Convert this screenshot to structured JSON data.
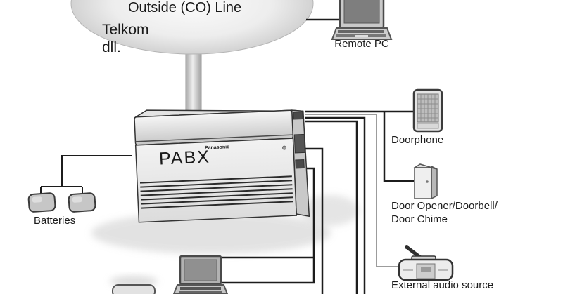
{
  "cloud": {
    "label": "Outside (CO) Line",
    "note_line1": "Telkom",
    "note_line2": "dll."
  },
  "pabx": {
    "label": "PABX",
    "brand": "Panasonic"
  },
  "devices": {
    "remote_pc": {
      "label": "Remote PC",
      "icon": "laptop-icon"
    },
    "doorphone": {
      "label": "Doorphone",
      "icon": "doorphone-grille-icon"
    },
    "door_opener": {
      "label_line1": "Door Opener/Doorbell/",
      "label_line2": "Door Chime",
      "icon": "door-box-icon"
    },
    "external_audio": {
      "label": "External audio source",
      "icon": "radio-icon"
    },
    "batteries": {
      "label": "Batteries",
      "icon": "battery-icon"
    },
    "bottom_pc": {
      "icon": "desktop-pc-icon"
    },
    "bottom_phone": {
      "icon": "phone-icon"
    }
  },
  "colors": {
    "background": "#ffffff",
    "wire": "#1c1c1c",
    "wire_gray": "#9c9c9c",
    "text": "#1a1a1a",
    "device_light": "#e8e8e8",
    "device_mid": "#c4c4c4",
    "screen_dark": "#8a8a8a"
  }
}
